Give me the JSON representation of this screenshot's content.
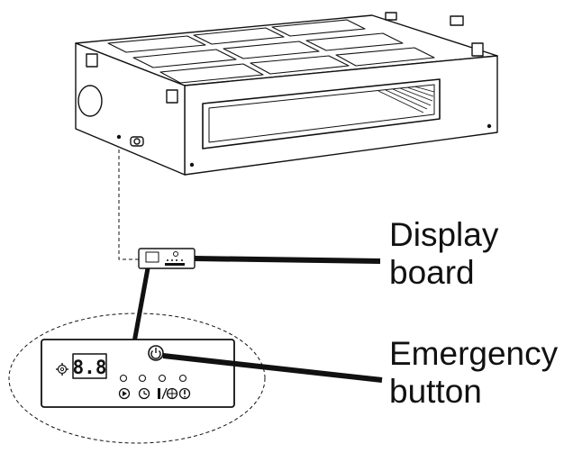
{
  "labels": {
    "display_board_line1": "Display",
    "display_board_line2": "board",
    "emergency_button_line1": "Emergency",
    "emergency_button_line2": "button"
  },
  "display_panel": {
    "digits": "8.8"
  },
  "icons": {
    "fan_icon": "gear-icon",
    "power_icon": "power-icon",
    "run_icon": "play-icon",
    "timer_icon": "clock-icon",
    "defrost_icon": "defrost-icon",
    "alarm_icon": "alert-icon"
  }
}
